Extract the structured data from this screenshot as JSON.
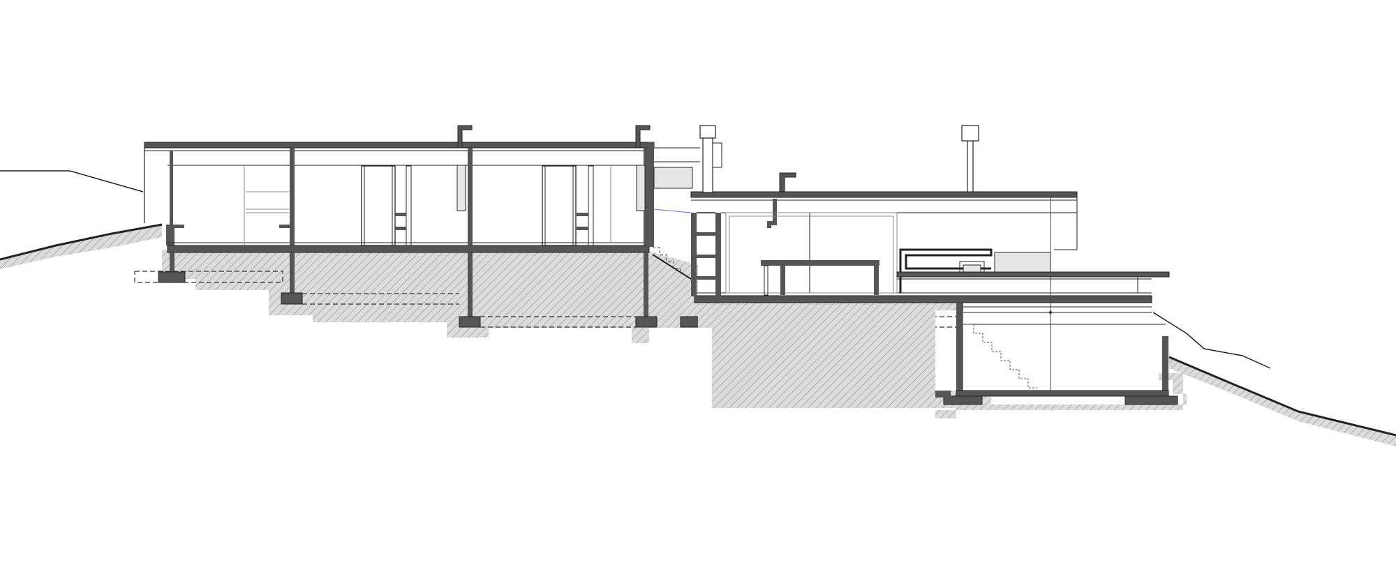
{
  "drawing": {
    "kind": "architectural-building-section",
    "colors": {
      "background": "#ffffff",
      "line": "#222222",
      "wall_fill": "#555555",
      "soil_fill": "#d8d8d8",
      "soil_hatch": "#9a9a9a",
      "glazing": "#e6e6e6",
      "interior_line": "#8a8a8a"
    },
    "elements": [
      "terrain-profile-left",
      "terrain-profile-right",
      "building-left-volume",
      "building-right-volume",
      "chimney-left",
      "chimney-right",
      "footings",
      "basement-room",
      "stairs-left",
      "stairs-basement"
    ]
  }
}
